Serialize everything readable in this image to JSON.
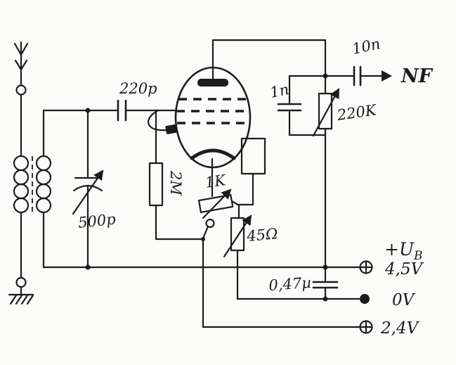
{
  "colors": {
    "ink": "#1c1c1c",
    "paper": "#fbfbf9"
  },
  "labels": {
    "coupling_cap": "220p",
    "tuning_cap": "500p",
    "grid_resistor": "2M",
    "filament_pot": "1K",
    "filament_rheostat": "45Ω",
    "anode_cap": "1n",
    "anode_resistor": "220K",
    "output_cap": "10n",
    "output_name": "NF",
    "supply_name": "+U",
    "supply_sub": "B",
    "supply_voltage": "4,5V",
    "zero_voltage": "0V",
    "mid_voltage": "2,4V",
    "bypass_cap": "0,47µ"
  }
}
